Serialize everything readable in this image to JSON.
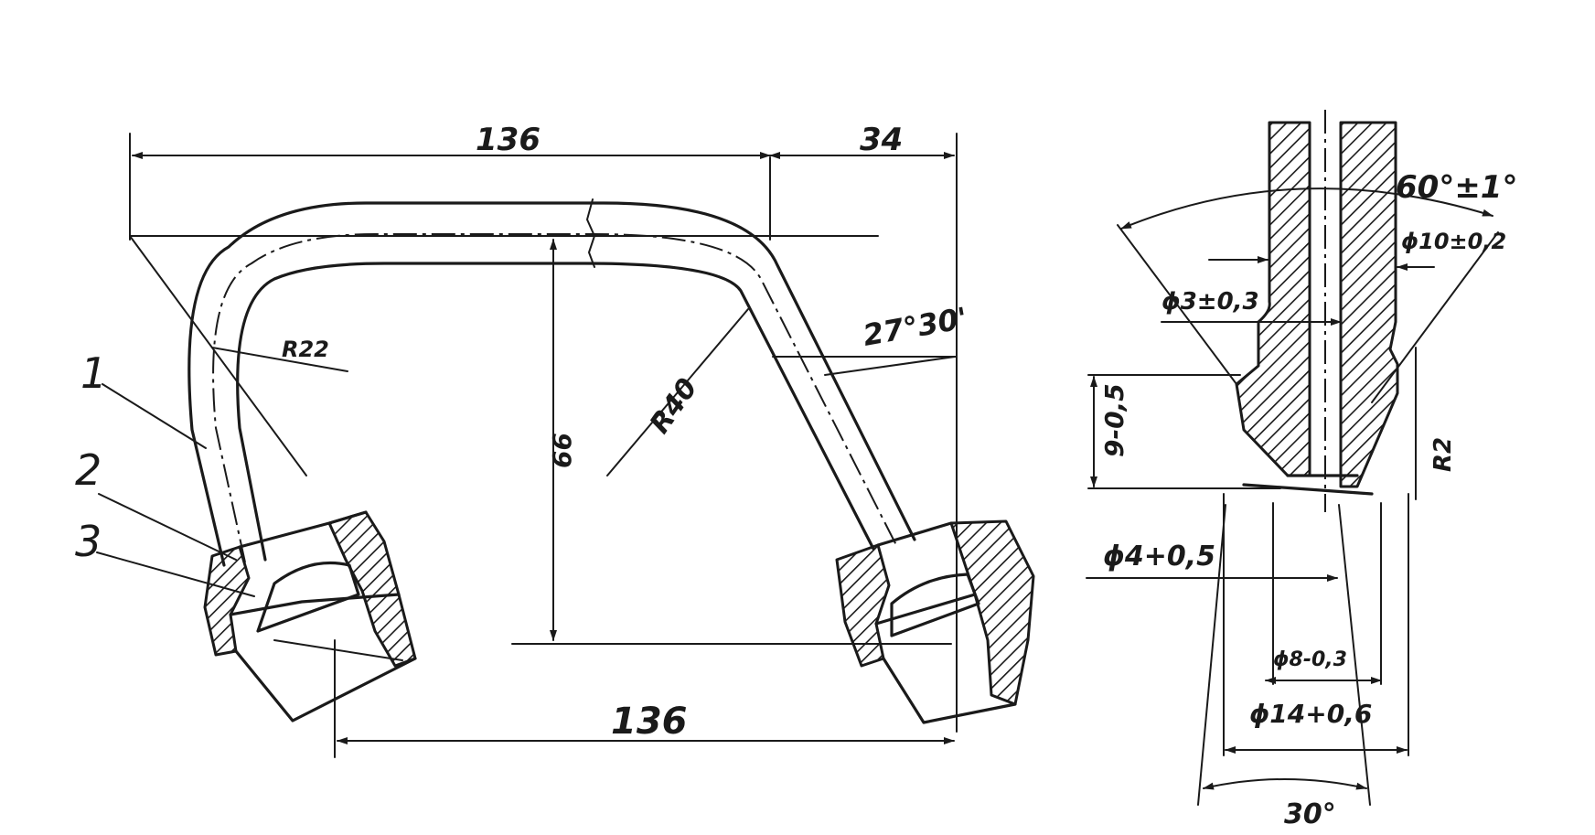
{
  "main_view": {
    "dim_top_length": "136",
    "dim_top_offset": "34",
    "dim_bottom_length": "136",
    "dim_height": "66",
    "radius_inner": "R22",
    "radius_outer": "R40",
    "angle": "27°30'",
    "part_numbers": [
      "1",
      "2",
      "3"
    ]
  },
  "detail_view": {
    "cone_angle": "60°±1°",
    "outer_diameter": "ϕ10±0,2",
    "bore_diameter": "ϕ3±0,3",
    "length_tol": "9-0,5",
    "radius": "R2",
    "tip_diameter": "ϕ4+0,5",
    "seat_diameter": "ϕ8-0,3",
    "mouth_diameter": "ϕ14+0,6",
    "mouth_angle": "30°"
  }
}
